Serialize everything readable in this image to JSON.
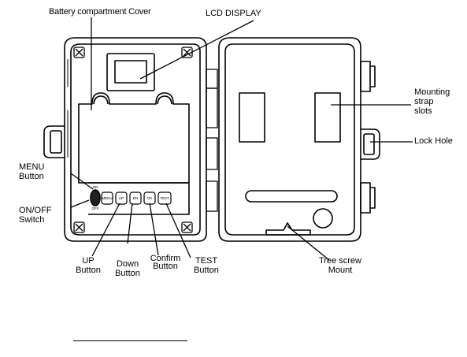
{
  "callouts": {
    "battery_cover": "Battery compartment Cover",
    "lcd_display": "LCD DISPLAY",
    "mounting_strap_slots": [
      "Mounting",
      "strap",
      "slots"
    ],
    "lock_hole": "Lock Hole",
    "menu_button": [
      "MENU",
      "Button"
    ],
    "on_off_switch": [
      "ON/OFF",
      "Switch"
    ],
    "up_button": [
      "UP",
      "Button"
    ],
    "down_button": [
      "Down",
      "Button"
    ],
    "confirm_button": [
      "Confirm",
      "Button"
    ],
    "test_button": [
      "TEST",
      "Button"
    ],
    "tree_screw_mount": [
      "Tree screw",
      "Mount"
    ]
  },
  "button_legends": {
    "menu": "MENU",
    "up": "UP",
    "down": "DN",
    "confirm": "OK",
    "test": "TEST",
    "switch_on": "ON",
    "switch_off": "OFF"
  }
}
